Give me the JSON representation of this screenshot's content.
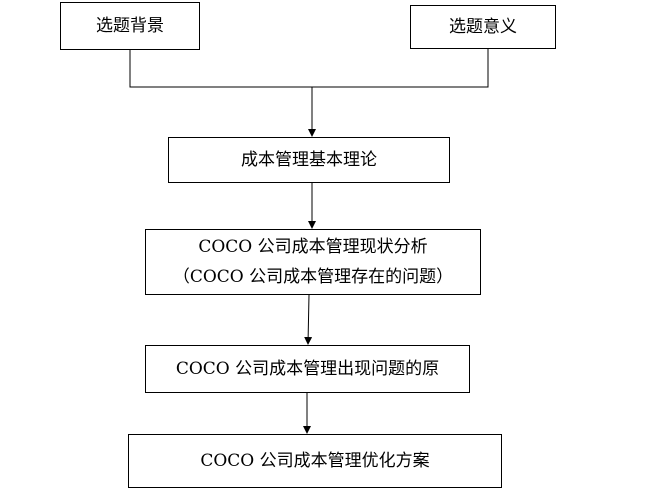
{
  "diagram": {
    "nodes": {
      "background": "选题背景",
      "significance": "选题意义",
      "theory": "成本管理基本理论",
      "status_line1": "COCO 公司成本管理现状分析",
      "status_line2": "（COCO 公司成本管理存在的问题）",
      "causes": "COCO 公司成本管理出现问题的原",
      "optimization": "COCO 公司成本管理优化方案"
    },
    "edges": [
      {
        "from": "background",
        "to": "theory"
      },
      {
        "from": "significance",
        "to": "theory"
      },
      {
        "from": "theory",
        "to": "status"
      },
      {
        "from": "status",
        "to": "causes"
      },
      {
        "from": "causes",
        "to": "optimization"
      }
    ]
  }
}
